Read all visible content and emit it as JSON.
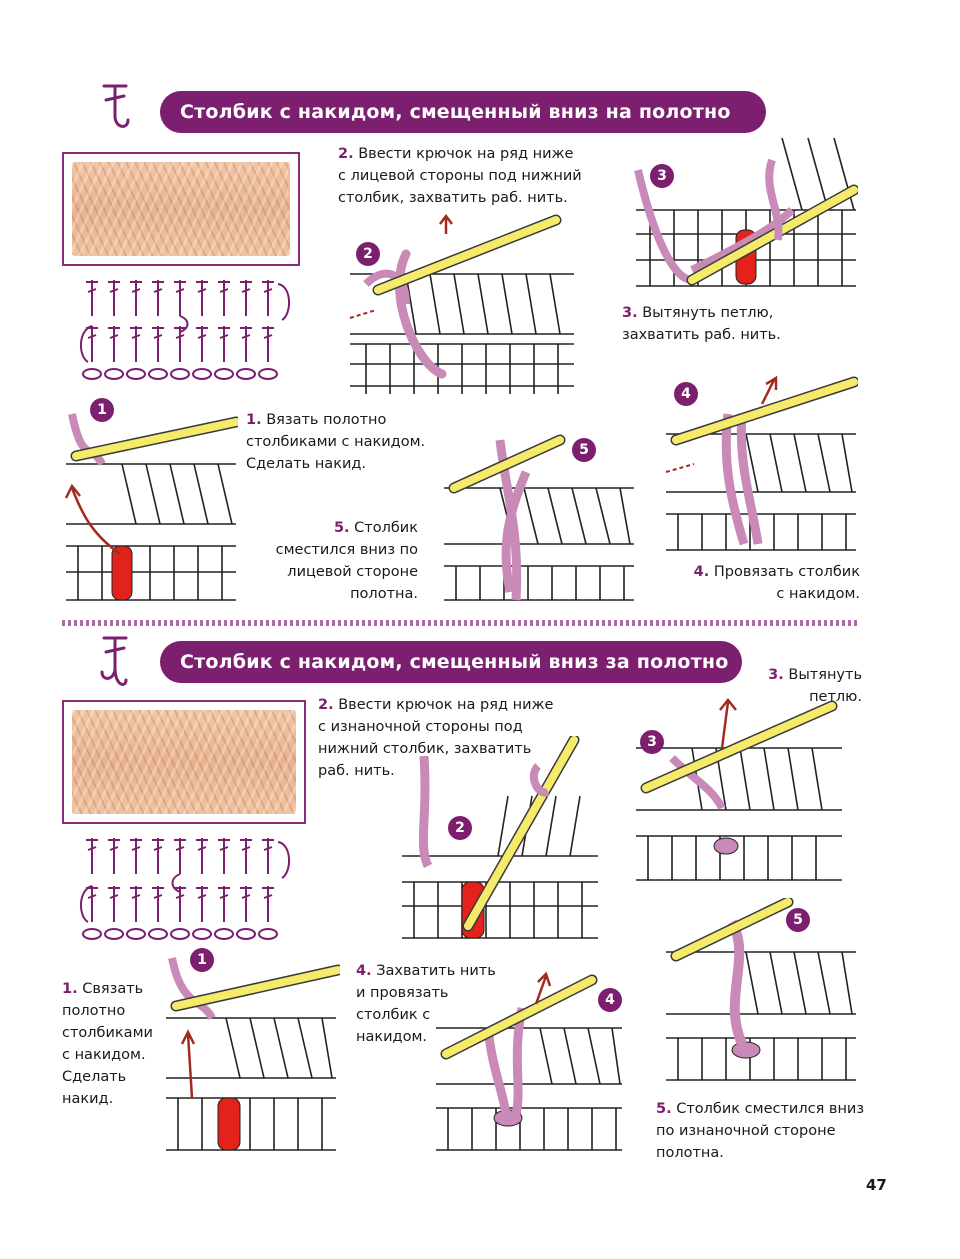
{
  "section1": {
    "title": "Столбик с накидом, смещенный вниз на полотно",
    "steps": {
      "s1": {
        "n": "1.",
        "text": "Вязать полотно столбиками с накидом. Сделать накид."
      },
      "s2": {
        "n": "2.",
        "text": "Ввести крючок на ряд ниже с лицевой стороны под нижний столбик, захватить раб. нить."
      },
      "s3": {
        "n": "3.",
        "text": "Вытянуть петлю, захватить раб. нить."
      },
      "s4": {
        "n": "4.",
        "text": "Провязать столбик с накидом."
      },
      "s5": {
        "n": "5.",
        "text": "Столбик сместился вниз по лицевой стороне полотна."
      }
    },
    "badges": [
      "1",
      "2",
      "3",
      "4",
      "5"
    ]
  },
  "section2": {
    "title": "Столбик с накидом, смещенный вниз за полотно",
    "steps": {
      "s1": {
        "n": "1.",
        "text": "Связать полотно столбиками с накидом. Сделать накид."
      },
      "s2": {
        "n": "2.",
        "text": "Ввести крючок на ряд ниже с изнаночной стороны под нижний столбик, захватить раб. нить."
      },
      "s3": {
        "n": "3.",
        "text": "Вытянуть петлю."
      },
      "s4": {
        "n": "4.",
        "text": "Захватить нить и провязать столбик с накидом."
      },
      "s5": {
        "n": "5.",
        "text": "Столбик сместился вниз по изнаночной стороне полотна."
      }
    },
    "badges": [
      "1",
      "2",
      "3",
      "4",
      "5"
    ]
  },
  "page_number": "47",
  "colors": {
    "accent": "#7b1f6e",
    "hook": "#f5ea6a",
    "yarn": "#c98ab8",
    "highlight": "#e3231b"
  }
}
